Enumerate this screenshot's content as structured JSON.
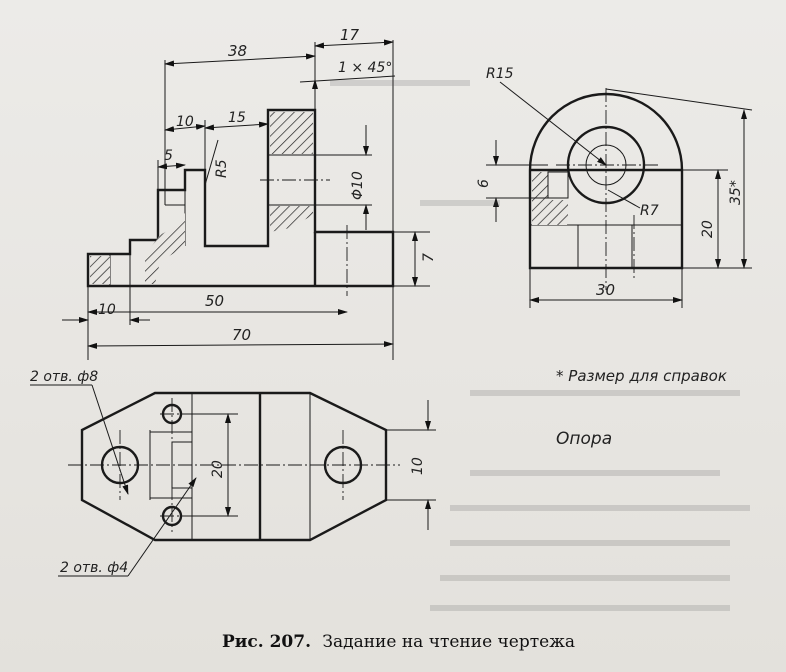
{
  "drawing": {
    "front_view": {
      "dims": {
        "d38": "38",
        "d17": "17",
        "chamfer": "1 × 45°",
        "d10_top": "10",
        "d15": "15",
        "d5": "5",
        "r5": "R5",
        "phi10": "Φ10",
        "d7": "7",
        "d10_bottom": "10",
        "d50": "50",
        "d70": "70"
      }
    },
    "side_view": {
      "dims": {
        "r15": "R15",
        "d6": "6",
        "r7": "R7",
        "d20": "20",
        "d35": "35*",
        "d30": "30"
      }
    },
    "top_view": {
      "dims": {
        "holes8": "2 отв. ф8",
        "holes4": "2 отв. ф4",
        "d20": "20",
        "d10": "10"
      }
    },
    "note": "* Размер для справок",
    "part_name": "Опора",
    "caption_bold": "Рис. 207.",
    "caption_text": "Задание на чтение чертежа"
  }
}
